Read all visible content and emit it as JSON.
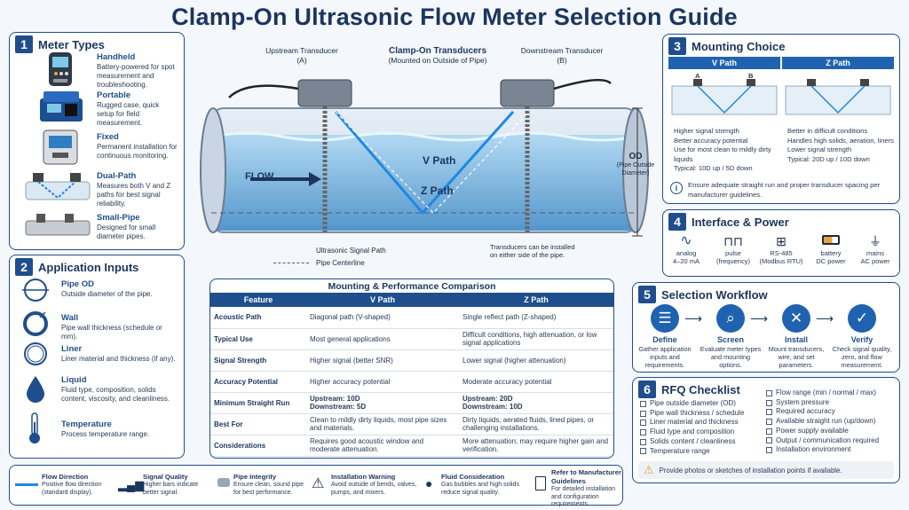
{
  "title": "Clamp-On Ultrasonic Flow Meter Selection Guide",
  "meter_types": {
    "num": "1",
    "title": "Meter Types",
    "items": [
      {
        "name": "Handheld",
        "desc": "Battery-powered for spot measurement and troubleshooting."
      },
      {
        "name": "Portable",
        "desc": "Rugged case, quick setup for field measurement."
      },
      {
        "name": "Fixed",
        "desc": "Permanent installation for continuous monitoring."
      },
      {
        "name": "Dual-Path",
        "desc": "Measures both V and Z paths for best signal reliability."
      },
      {
        "name": "Small-Pipe",
        "desc": "Designed for small diameter pipes."
      }
    ]
  },
  "app_inputs": {
    "num": "2",
    "title": "Application Inputs",
    "items": [
      {
        "name": "Pipe OD",
        "desc": "Outside diameter of the pipe."
      },
      {
        "name": "Wall",
        "desc": "Pipe wall thickness (schedule or mm)."
      },
      {
        "name": "Liner",
        "desc": "Liner material and thickness (if any)."
      },
      {
        "name": "Liquid",
        "desc": "Fluid type, composition, solids content, viscosity, and cleanliness."
      },
      {
        "name": "Temperature",
        "desc": "Process temperature range."
      }
    ]
  },
  "diagram": {
    "upstream": "Upstream Transducer",
    "upstream_id": "(A)",
    "downstream": "Downstream Transducer",
    "downstream_id": "(B)",
    "clamp_title": "Clamp-On Transducers",
    "clamp_sub": "(Mounted on Outside of Pipe)",
    "flow": "FLOW",
    "vpath": "V Path",
    "zpath": "Z Path",
    "od": "OD",
    "od_sub": "(Pipe Outside Diameter)",
    "legend_signal": "Ultrasonic Signal Path",
    "legend_center": "Pipe Centerline",
    "note": "Transducers can be installed on either side of the pipe."
  },
  "comparison": {
    "title": "Mounting & Performance Comparison",
    "headers": [
      "Feature",
      "V Path",
      "Z Path"
    ],
    "rows": [
      {
        "feature": "Acoustic Path",
        "v": "Diagonal path (V-shaped)",
        "z": "Single reflect path (Z-shaped)"
      },
      {
        "feature": "Typical Use",
        "v": "Most general applications",
        "z": "Difficult conditions, high attenuation, or low signal applications"
      },
      {
        "feature": "Signal Strength",
        "v": "Higher signal (better SNR)",
        "z": "Lower signal (higher attenuation)"
      },
      {
        "feature": "Accuracy Potential",
        "v": "Higher accuracy potential",
        "z": "Moderate accuracy potential"
      },
      {
        "feature": "Minimum Straight Run",
        "v": "Upstream: 10D\nDownstream: 5D",
        "z": "Upstream: 20D\nDownstream: 10D"
      },
      {
        "feature": "Best For",
        "v": "Clean to mildly dirty liquids, most pipe sizes and materials.",
        "z": "Dirty liquids, aerated fluids, lined pipes, or challenging installations."
      },
      {
        "feature": "Considerations",
        "v": "Requires good acoustic window and moderate attenuation.",
        "z": "More attenuation; may require higher gain and verification."
      }
    ]
  },
  "mounting": {
    "num": "3",
    "title": "Mounting Choice",
    "v_title": "V Path",
    "z_title": "Z Path",
    "a": "A",
    "b": "B",
    "v_points": [
      "Higher signal strength",
      "Better accuracy potential",
      "Use for most clean to mildly dirty liquids",
      "Typical: 10D up / 5D down"
    ],
    "z_points": [
      "Better in difficult conditions",
      "Handles high solids, aeration, liners",
      "Lower signal strength",
      "Typical: 20D up / 10D down"
    ],
    "note": "Ensure adequate straight run and proper transducer spacing per manufacturer guidelines."
  },
  "interface": {
    "num": "4",
    "title": "Interface & Power",
    "items": [
      {
        "name": "analog",
        "sub": "4–20 mA"
      },
      {
        "name": "pulse",
        "sub": "(frequency)"
      },
      {
        "name": "RS-485",
        "sub": "(Modbus RTU)"
      },
      {
        "name": "battery",
        "sub": "DC power"
      },
      {
        "name": "mains",
        "sub": "AC power"
      }
    ]
  },
  "workflow": {
    "num": "5",
    "title": "Selection Workflow",
    "steps": [
      {
        "name": "Define",
        "desc": "Gather application inputs and requirements."
      },
      {
        "name": "Screen",
        "desc": "Evaluate meter types and mounting options."
      },
      {
        "name": "Install",
        "desc": "Mount transducers, wire, and set parameters."
      },
      {
        "name": "Verify",
        "desc": "Check signal quality, zero, and flow measurement."
      }
    ]
  },
  "rfq": {
    "num": "6",
    "title": "RFQ Checklist",
    "left": [
      "Pipe outside diameter (OD)",
      "Pipe wall thickness / schedule",
      "Liner material and thickness",
      "Fluid type and composition",
      "Solids content / cleanliness",
      "Temperature range"
    ],
    "right": [
      "Flow range (min / normal / max)",
      "System pressure",
      "Required accuracy",
      "Available straight run (up/down)",
      "Power supply available",
      "Output / communication required",
      "Installation environment"
    ],
    "note": "Provide photos or sketches of installation points if available."
  },
  "footer": [
    {
      "name": "Flow Direction",
      "desc": "Positive flow direction (standard display)."
    },
    {
      "name": "Signal Quality",
      "desc": "Higher bars indicate better signal."
    },
    {
      "name": "Pipe Integrity",
      "desc": "Ensure clean, sound pipe for best performance."
    },
    {
      "name": "Installation Warning",
      "desc": "Avoid outside of bends, valves, pumps, and mixers."
    },
    {
      "name": "Fluid Consideration",
      "desc": "Gas bubbles and high solids reduce signal quality."
    },
    {
      "name": "Refer to Manufacturer Guidelines",
      "desc": "For detailed installation and configuration requirements."
    }
  ],
  "colors": {
    "primary": "#1f4e8c",
    "accent": "#1f63b0",
    "water": "#8fc8ea"
  }
}
